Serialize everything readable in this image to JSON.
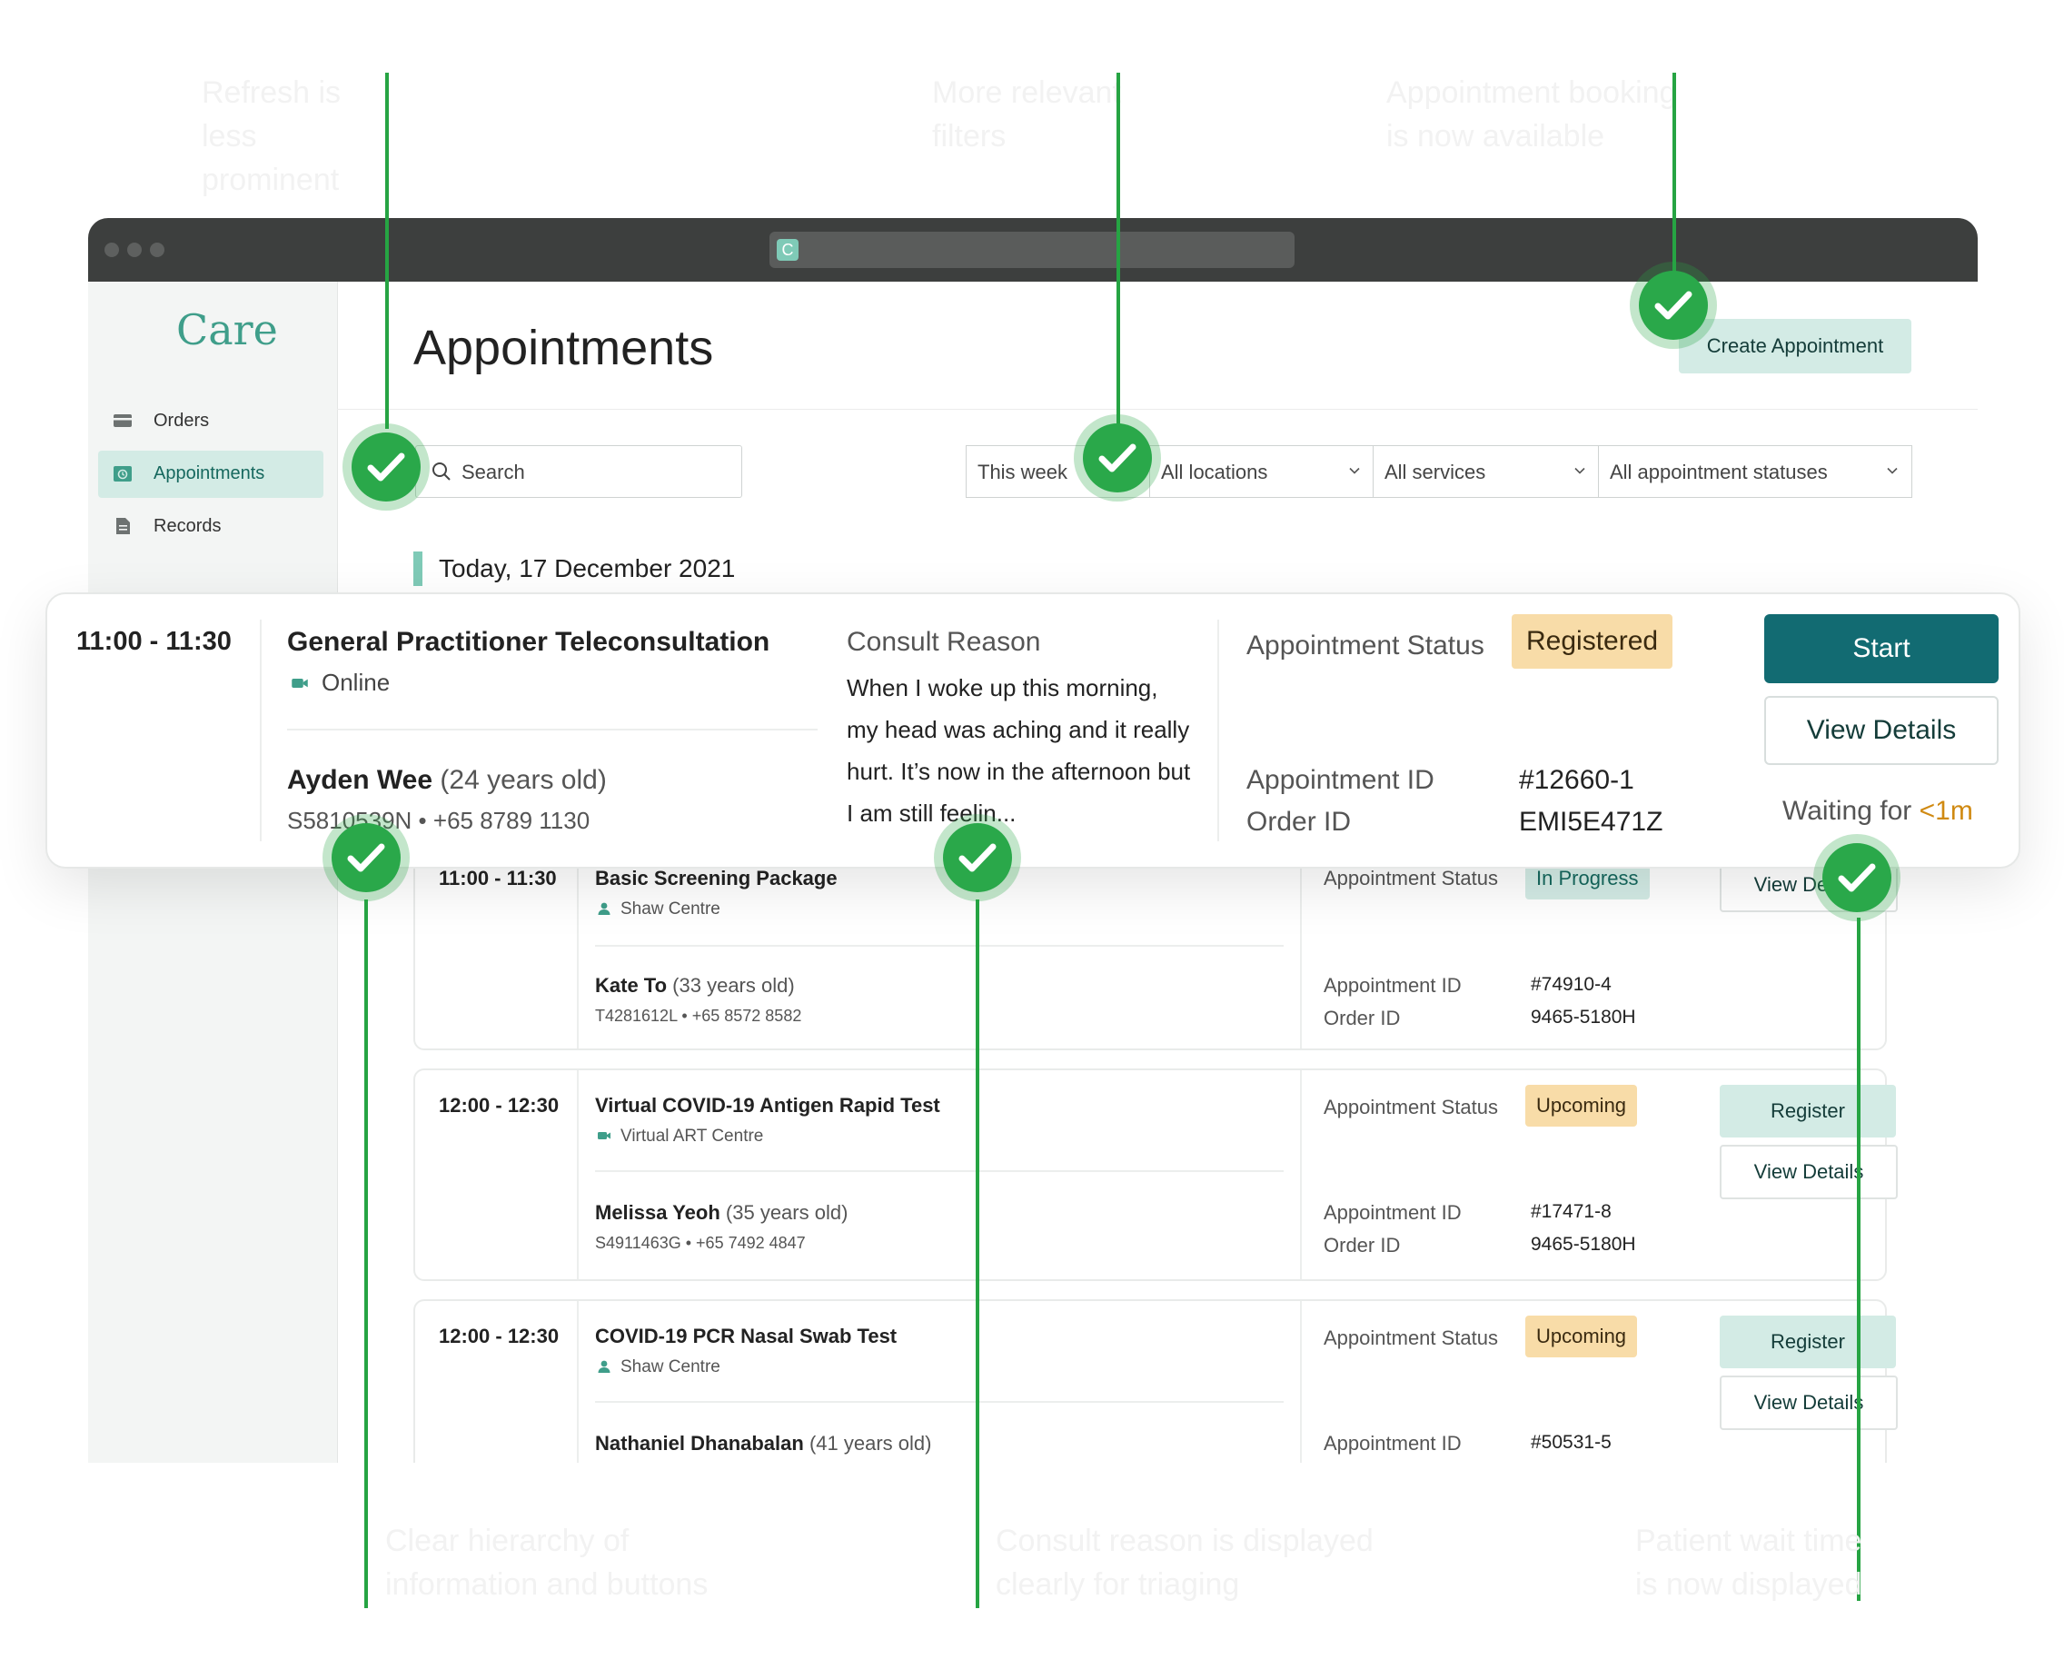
{
  "captions": {
    "top_left": "Refresh is less prominent",
    "top_middle": "More relevant filters",
    "top_right": "Appointment booking is now available",
    "bottom_left": "Clear hierarchy of information and buttons",
    "bottom_middle": "Consult reason is displayed clearly for triaging",
    "bottom_right": "Patient wait time is now displayed"
  },
  "browser": {
    "favicon": "C"
  },
  "sidebar": {
    "logo": "Care",
    "items": [
      {
        "label": "Orders",
        "icon": "card-icon"
      },
      {
        "label": "Appointments",
        "icon": "calendar-icon",
        "active": true
      },
      {
        "label": "Records",
        "icon": "document-icon"
      }
    ]
  },
  "header": {
    "title": "Appointments",
    "create_label": "Create Appointment"
  },
  "filters": {
    "search_placeholder": "Search",
    "week": "This week",
    "locations": "All locations",
    "services": "All services",
    "statuses": "All appointment statuses"
  },
  "date_heading": "Today, 17 December 2021",
  "focus_card": {
    "time": "11:00 - 11:30",
    "title": "General Practitioner Teleconsultation",
    "location": "Online",
    "patient_name": "Ayden Wee",
    "patient_age": "(24 years old)",
    "patient_id": "S5810539N • +65 8789 1130",
    "consult_label": "Consult Reason",
    "consult_text": "When I woke up this morning, my head was aching and it really hurt. It’s now in the afternoon but I am still feelin...",
    "status_label": "Appointment Status",
    "status": "Registered",
    "appt_id_label": "Appointment ID",
    "appt_id": "#12660-1",
    "order_id_label": "Order ID",
    "order_id": "EMI5E471Z",
    "start_label": "Start",
    "view_label": "View Details",
    "waiting_label": "Waiting for",
    "waiting_value": "<1m"
  },
  "cards": [
    {
      "time": "11:00 - 11:30",
      "title": "Basic Screening Package",
      "location": "Shaw Centre",
      "patient_name": "Kate To",
      "patient_age": "(33 years old)",
      "patient_id": "T4281612L • +65 8572 8582",
      "status_label": "Appointment Status",
      "status": "In Progress",
      "appt_id_label": "Appointment ID",
      "appt_id": "#74910-4",
      "order_id_label": "Order ID",
      "order_id": "9465-5180H",
      "view_label": "View Details"
    },
    {
      "time": "12:00 - 12:30",
      "title": "Virtual COVID-19 Antigen Rapid Test",
      "location": "Virtual ART Centre",
      "patient_name": "Melissa Yeoh",
      "patient_age": "(35 years old)",
      "patient_id": "S4911463G • +65 7492 4847",
      "status_label": "Appointment Status",
      "status": "Upcoming",
      "appt_id_label": "Appointment ID",
      "appt_id": "#17471-8",
      "order_id_label": "Order ID",
      "order_id": "9465-5180H",
      "register_label": "Register",
      "view_label": "View Details"
    },
    {
      "time": "12:00 - 12:30",
      "title": "COVID-19 PCR Nasal Swab Test",
      "location": "Shaw Centre",
      "patient_name": "Nathaniel Dhanabalan",
      "patient_age": "(41 years old)",
      "status_label": "Appointment Status",
      "status": "Upcoming",
      "appt_id_label": "Appointment ID",
      "appt_id": "#50531-5",
      "register_label": "Register",
      "view_label": "View Details"
    }
  ],
  "colors": {
    "accent": "#126b72",
    "annotation": "#26a443",
    "mint": "#d3ebe5",
    "badge_upcoming": "#f8dca8"
  }
}
